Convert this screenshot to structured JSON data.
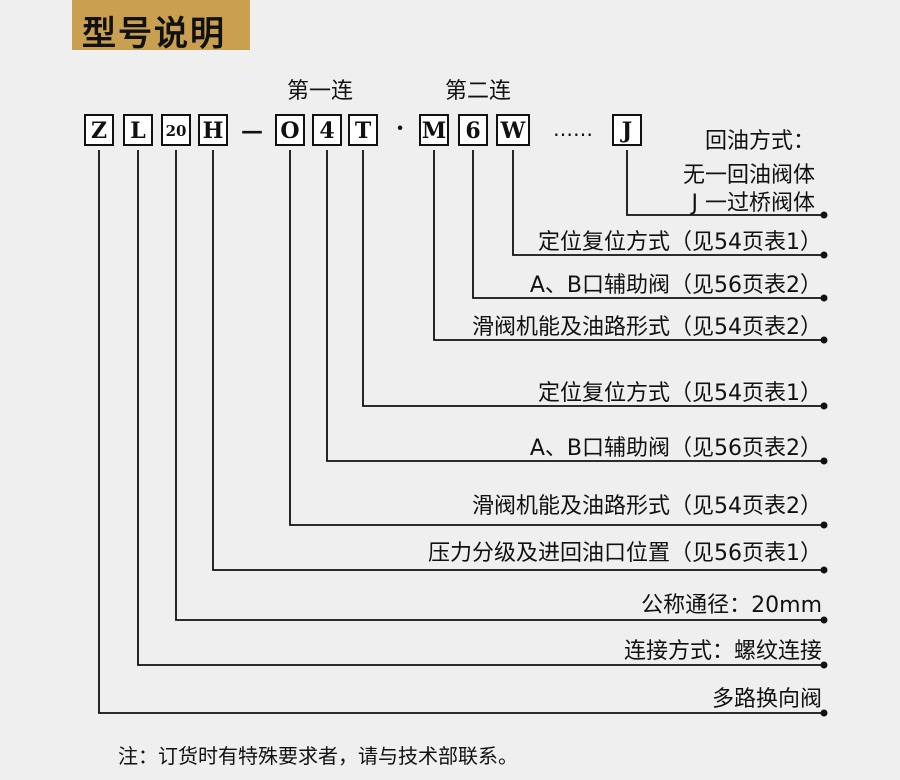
{
  "title": "型号说明",
  "groups": {
    "first": "第一连",
    "second": "第二连"
  },
  "code": {
    "z": "Z",
    "l": "L",
    "size": "20",
    "h": "H",
    "dash": "—",
    "o": "O",
    "four": "4",
    "t": "T",
    "dot": "·",
    "m": "M",
    "six": "6",
    "w": "W",
    "ellipsis": "……",
    "j": "J"
  },
  "return_oil": {
    "heading": "回油方式：",
    "options": [
      "无一回油阀体",
      "J 一过桥阀体"
    ]
  },
  "descriptions": {
    "w": "定位复位方式（见54页表1）",
    "six": "A、B口辅助阀（见56页表2）",
    "m": "滑阀机能及油路形式（见54页表2）",
    "t": "定位复位方式（见54页表1）",
    "four": "A、B口辅助阀（见56页表2）",
    "o": "滑阀机能及油路形式（见54页表2）",
    "h": "压力分级及进回油口位置（见56页表1）",
    "size": "公称通径：20mm",
    "l": "连接方式：螺纹连接",
    "z": "多路换向阀"
  },
  "note": "注：订货时有特殊要求者，请与技术部联系。",
  "colors": {
    "accent": "#c9a04f",
    "line": "#111111",
    "background": "#efefef"
  }
}
